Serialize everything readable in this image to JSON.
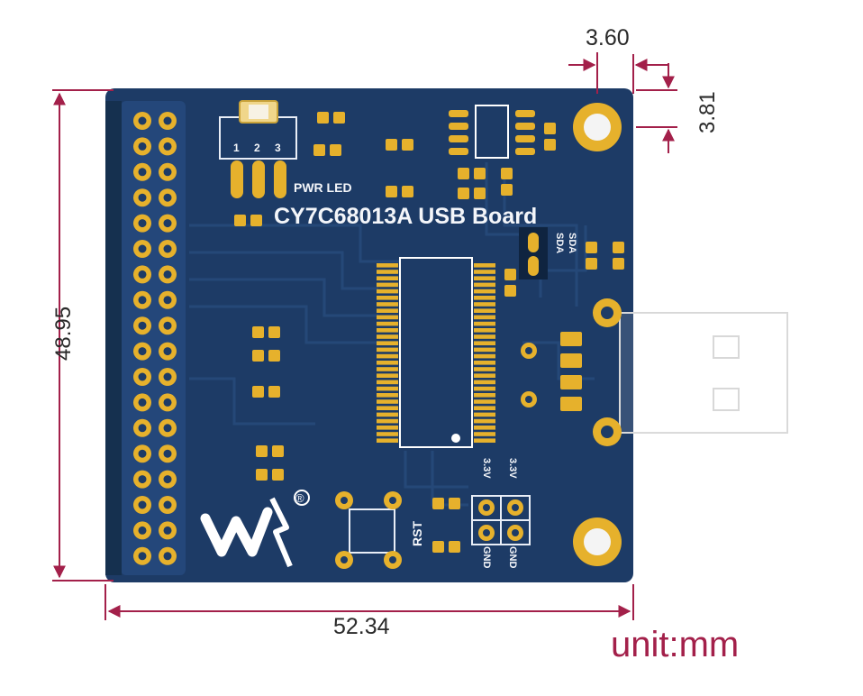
{
  "board": {
    "title": "CY7C68013A USB Board",
    "pwr_led": "PWR LED",
    "jumper_pins": [
      "1",
      "2",
      "3"
    ],
    "sda_1": "SDA",
    "sda_2": "SDA",
    "rst": "RST",
    "pwr_left_top": "3.3V",
    "pwr_right_top": "3.3V",
    "gnd_left": "GND",
    "gnd_right": "GND",
    "registered": "®"
  },
  "dimensions": {
    "height": "48.95",
    "width": "52.34",
    "hole_x": "3.60",
    "hole_y": "3.81",
    "unit": "unit:mm"
  },
  "colors": {
    "pcb": "#1d3b66",
    "gold": "#e6b12c",
    "dimension": "#a3204a"
  }
}
